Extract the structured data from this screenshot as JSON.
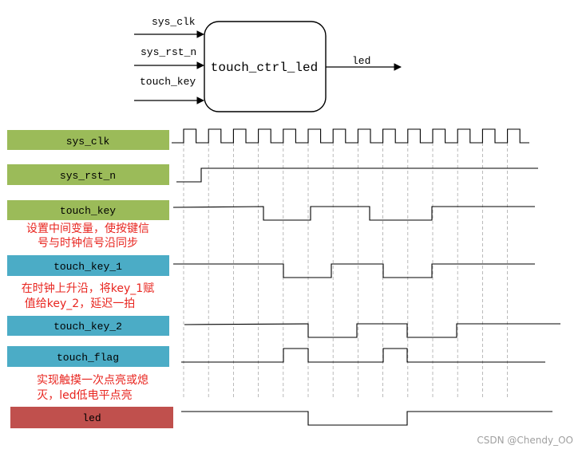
{
  "block": {
    "name": "touch_ctrl_led",
    "inputs": [
      "sys_clk",
      "sys_rst_n",
      "touch_key"
    ],
    "output": "led"
  },
  "signals": [
    {
      "id": "sys_clk",
      "label": "sys_clk",
      "color": "#9bbb59"
    },
    {
      "id": "sys_rst_n",
      "label": "sys_rst_n",
      "color": "#9bbb59"
    },
    {
      "id": "touch_key",
      "label": "touch_key",
      "color": "#9bbb59"
    },
    {
      "id": "touch_key_1",
      "label": "touch_key_1",
      "color": "#4bacc6"
    },
    {
      "id": "touch_key_2",
      "label": "touch_key_2",
      "color": "#4bacc6"
    },
    {
      "id": "touch_flag",
      "label": "touch_flag",
      "color": "#4bacc6"
    },
    {
      "id": "led",
      "label": "led",
      "color": "#c0504d"
    }
  ],
  "annotations": {
    "a1_line1": "设置中间变量，使按键信",
    "a1_line2": "号与时钟信号沿同步",
    "a2_line1": "在时钟上升沿，将key_1赋",
    "a2_line2": "值给key_2，延迟一拍",
    "a3_line1": "实现触摸一次点亮或熄",
    "a3_line2": "灭，led低电平点亮"
  },
  "annotation_color": "#e8251f",
  "watermark": "CSDN @Chendy_OO"
}
